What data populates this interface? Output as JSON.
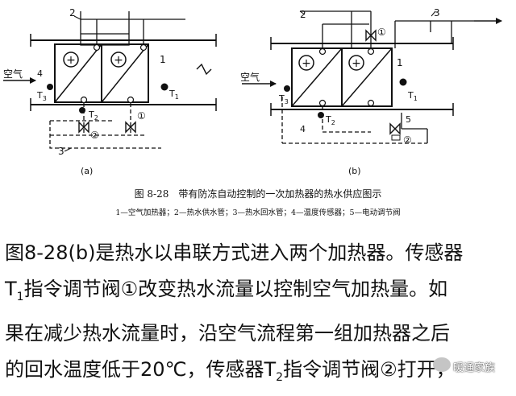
{
  "diagram": {
    "labels": {
      "air": "空气",
      "n1": "1",
      "n2": "2",
      "n3": "3",
      "n4": "4",
      "n5": "5",
      "t1": "T",
      "t1_sub": "1",
      "t2": "T",
      "t2_sub": "2",
      "t3": "T",
      "t3_sub": "3",
      "valve1": "①",
      "valve2": "②",
      "plus": "+",
      "panel_a": "(a)",
      "panel_b": "(b)"
    },
    "caption": {
      "title": "图 8-28　带有防冻自动控制的一次加热器的热水供应图示",
      "legend": "1—空气加热器；2—热水供水管；3—热水回水管；4—温度传感器；5—电动调节阀"
    }
  },
  "body": {
    "line1": "图8-28(b)是热水以串联方式进入两个加热器。传感器",
    "line2a": "T",
    "line2_sub": "1",
    "line2b": "指令调节阀①改变热水流量以控制空气加热量。如",
    "line3": "果在减少热水流量时，沿空气流程第一组加热器之后",
    "line4a": "的回水温度低于20℃，传感器T",
    "line4_sub": "2",
    "line4b": "指令调节阀②打开，"
  },
  "watermark": {
    "text": "暖通家族"
  }
}
